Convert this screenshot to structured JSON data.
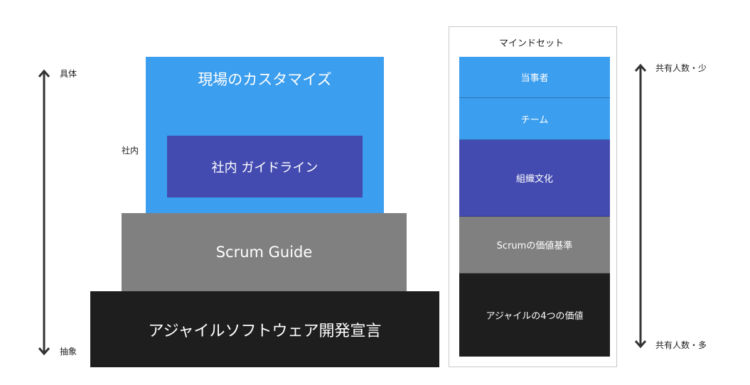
{
  "left_axis": {
    "top_label": "具体",
    "bottom_label": "抽象"
  },
  "side_label": "社内",
  "pyramid": {
    "top": "現場のカスタマイズ",
    "inner": "社内 ガイドライン",
    "middle": "Scrum Guide",
    "bottom": "アジャイルソフトウェア開発宣言"
  },
  "mindset": {
    "title": "マインドセット",
    "segments": [
      "当事者",
      "チーム",
      "組織文化",
      "Scrumの価値基準",
      "アジャイルの4つの価値"
    ]
  },
  "right_axis": {
    "top_label": "共有人数・少",
    "bottom_label": "共有人数・多"
  },
  "colors": {
    "light_blue": "#3c9eee",
    "indigo": "#444bb0",
    "gray": "#808080",
    "black": "#1e1e1e",
    "arrow": "#333333"
  }
}
